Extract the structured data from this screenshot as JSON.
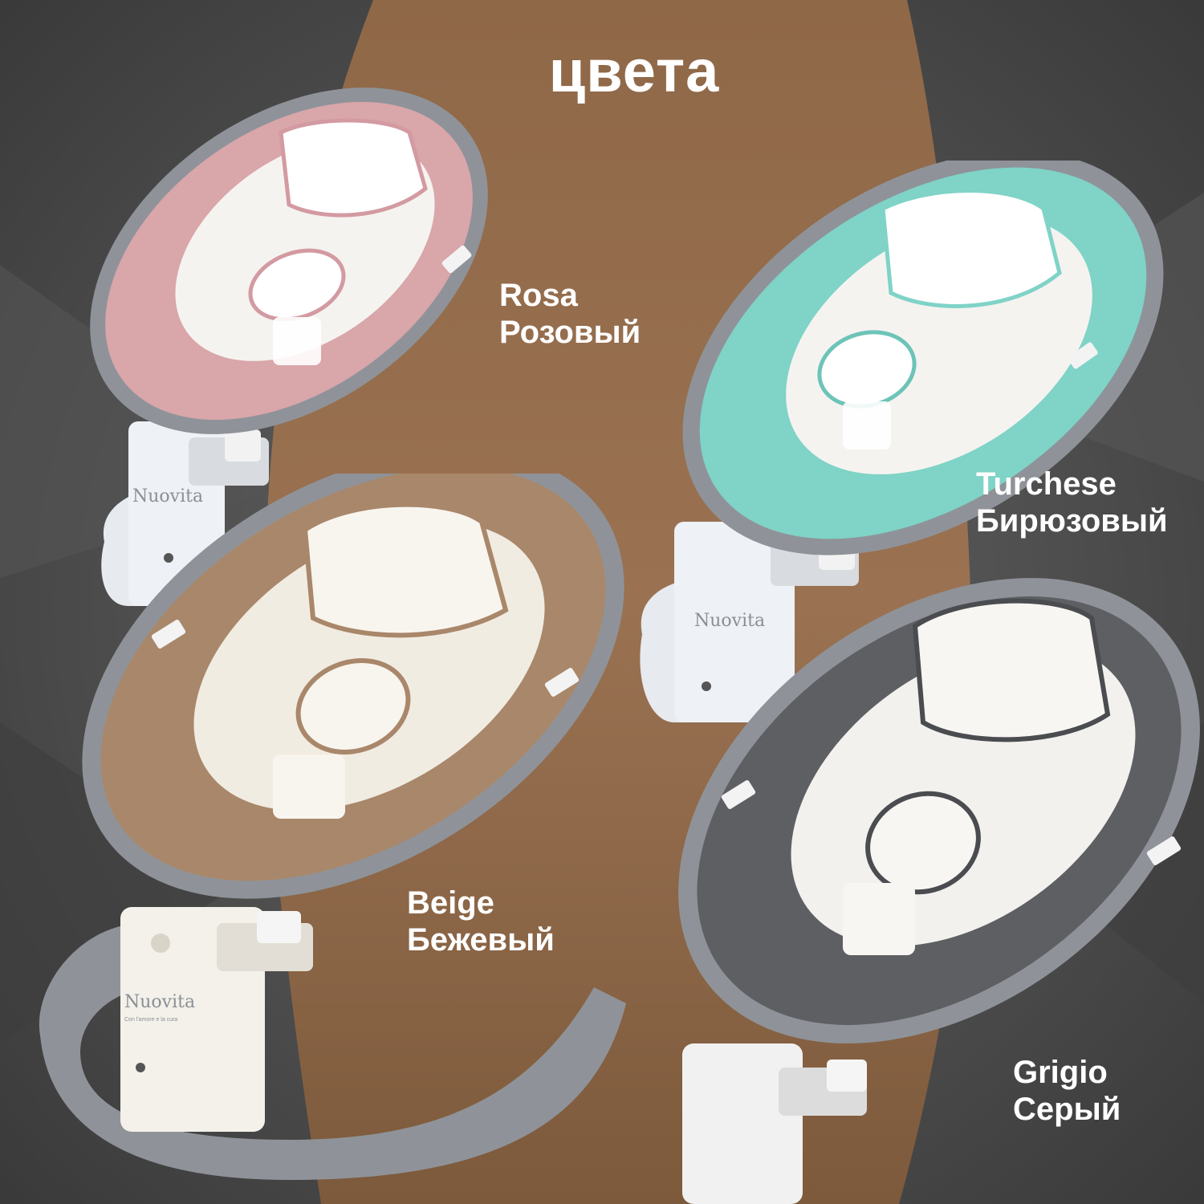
{
  "title": "цвета",
  "colors": [
    {
      "name_it": "Rosa",
      "name_ru": "Розовый",
      "fabric": "#d9a6aa",
      "fabric_dark": "#c48c92"
    },
    {
      "name_it": "Turchese",
      "name_ru": "Бирюзовый",
      "fabric": "#7fd3c7",
      "fabric_dark": "#5fc0b3"
    },
    {
      "name_it": "Beige",
      "name_ru": "Бежевый",
      "fabric": "#a9876a",
      "fabric_dark": "#8f6e53"
    },
    {
      "name_it": "Grigio",
      "name_ru": "Серый",
      "fabric": "#5d5f63",
      "fabric_dark": "#4a4c50"
    }
  ],
  "brand": "Nuovita",
  "brand_tagline": "Con l'amore e la cura",
  "background": {
    "outer": "#4b4b4b",
    "center": "#8a6444"
  }
}
